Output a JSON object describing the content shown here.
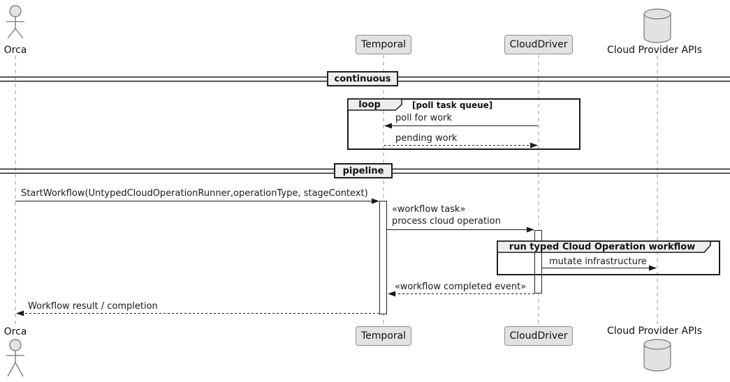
{
  "diagram": {
    "type": "uml-sequence-diagram",
    "participants": [
      {
        "id": "orca",
        "label": "Orca",
        "kind": "actor",
        "icon": "stick-figure-icon"
      },
      {
        "id": "temporal",
        "label": "Temporal",
        "kind": "participant"
      },
      {
        "id": "clouddriver",
        "label": "CloudDriver",
        "kind": "participant"
      },
      {
        "id": "cloud-apis",
        "label": "Cloud Provider APIs",
        "kind": "database",
        "icon": "database-cylinder-icon"
      }
    ],
    "dividers": [
      {
        "label": "continuous"
      },
      {
        "label": "pipeline"
      }
    ],
    "loop_frame": {
      "operator": "loop",
      "guard": "[poll task queue]"
    },
    "group_frame": {
      "title": "run typed Cloud Operation workflow"
    },
    "messages": {
      "poll": {
        "text": "poll for work",
        "from": "CloudDriver",
        "to": "Temporal",
        "style": "solid"
      },
      "pending": {
        "text": "pending work",
        "from": "Temporal",
        "to": "CloudDriver",
        "style": "dashed"
      },
      "start": {
        "text": "StartWorkflow(UntypedCloudOperationRunner,operationType, stageContext)",
        "from": "Orca",
        "to": "Temporal",
        "style": "solid"
      },
      "task_stereotype": {
        "text": "«workflow task»",
        "from": "Temporal",
        "to": "CloudDriver",
        "style": "solid"
      },
      "task": {
        "text": "process cloud operation",
        "from": "Temporal",
        "to": "CloudDriver",
        "style": "solid"
      },
      "mutate": {
        "text": "mutate infrastructure",
        "from": "CloudDriver",
        "to": "Cloud Provider APIs",
        "style": "solid"
      },
      "completed": {
        "text": "«workflow completed event»",
        "from": "CloudDriver",
        "to": "Temporal",
        "style": "dashed"
      },
      "result": {
        "text": "Workflow result / completion",
        "from": "Temporal",
        "to": "Orca",
        "style": "dashed"
      }
    },
    "colors": {
      "participant_fill": "#E2E2E2",
      "frame_header_fill": "#EEEEEE",
      "divider_fill": "#EEEEEE",
      "line": "#1a1a1a",
      "lifeline": "#999999",
      "activation_fill": "#ffffff"
    }
  }
}
